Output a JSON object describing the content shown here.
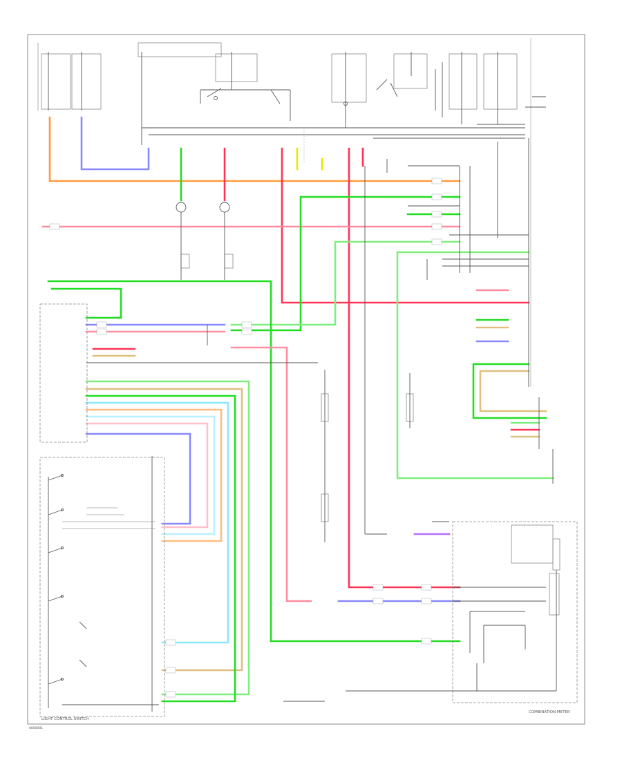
{
  "wire_colors": {
    "orange": "#ff9a3c",
    "blue": "#8888ff",
    "green": "#22dd22",
    "red": "#ff3355",
    "pink": "#ff8ca0",
    "yellow": "#e8e800",
    "light_green": "#7fee7f",
    "tan": "#e0c080",
    "cyan": "#88e8ff",
    "purple": "#b070ff",
    "black": "#555555"
  },
  "labels": {
    "footer_left": "LIGHT CONTROL SWITCH",
    "footer_right": "COMBINATION METER",
    "corner_tag": "0000001"
  }
}
